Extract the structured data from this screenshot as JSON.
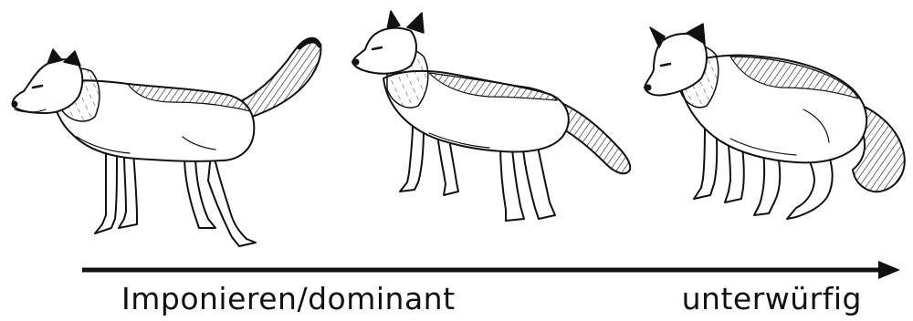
{
  "scale": {
    "start_label": "Imponieren/dominant",
    "end_label": "unterwürfig"
  },
  "figures": [
    {
      "posture": "dominant",
      "tail": "raised",
      "ears": "erect"
    },
    {
      "posture": "neutral",
      "tail": "lowered",
      "ears": "erect"
    },
    {
      "posture": "submissive",
      "tail": "tucked",
      "ears": "back"
    }
  ],
  "colors": {
    "ink": "#111111",
    "background": "#ffffff"
  }
}
